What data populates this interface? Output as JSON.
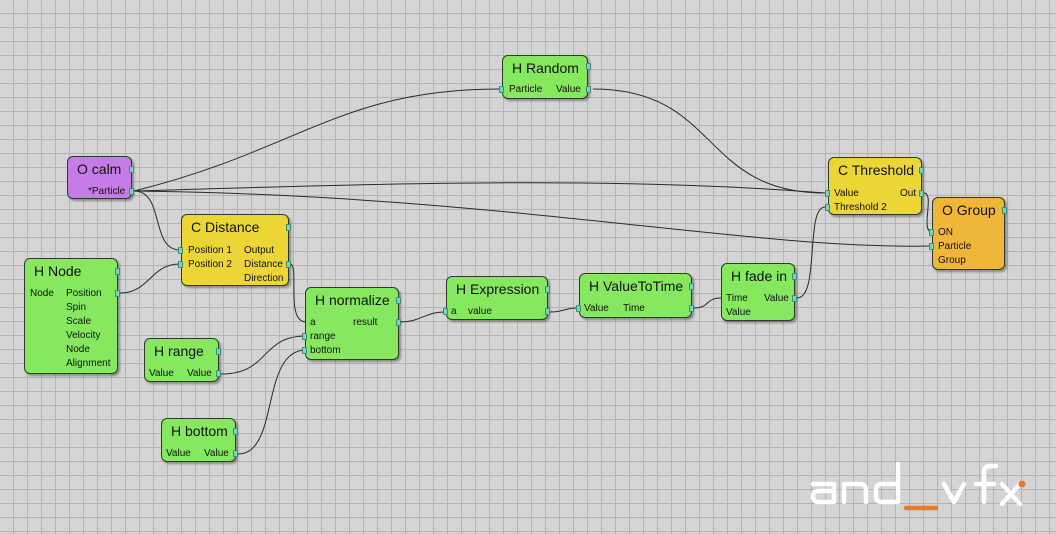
{
  "colors": {
    "green": "#86e85e",
    "yellow": "#ecd636",
    "orange": "#f0b63a",
    "purple": "#c67ce6",
    "port": "#74d8c0",
    "wire": "#2a2a2a"
  },
  "nodes": {
    "random": {
      "title": "H Random",
      "in": [
        "Particle"
      ],
      "out": [
        "Value"
      ]
    },
    "calm": {
      "title": "O calm",
      "out": [
        "*Particle"
      ]
    },
    "distance": {
      "title": "C Distance",
      "in": [
        "Position 1",
        "Position 2"
      ],
      "out": [
        "Output",
        "Distance",
        "Direction"
      ]
    },
    "hnode": {
      "title": "H Node",
      "left": [
        "Node"
      ],
      "out": [
        "Position",
        "Spin",
        "Scale",
        "Velocity",
        "Node",
        "Alignment"
      ]
    },
    "range": {
      "title": "H range",
      "left": [
        "Value"
      ],
      "out": [
        "Value"
      ]
    },
    "bottom": {
      "title": "H bottom",
      "left": [
        "Value"
      ],
      "out": [
        "Value"
      ]
    },
    "normalize": {
      "title": "H normalize",
      "in": [
        "a",
        "range",
        "bottom"
      ],
      "out": [
        "result"
      ]
    },
    "expression": {
      "title": "H Expression",
      "in": [
        "a"
      ],
      "out": [
        "value"
      ]
    },
    "valuetotime": {
      "title": "H ValueToTime",
      "in": [
        "Value"
      ],
      "out": [
        "Time"
      ]
    },
    "fadein": {
      "title": "H fade in",
      "in": [
        "Time",
        "Value"
      ],
      "out": [
        "Value"
      ]
    },
    "threshold": {
      "title": "C Threshold",
      "in": [
        "Value",
        "Threshold 2"
      ],
      "out": [
        "Out"
      ]
    },
    "group": {
      "title": "O Group",
      "in": [
        "ON",
        "Particle",
        "Group"
      ]
    }
  },
  "logo": {
    "text": "and_vfx",
    "accent": "#e87a2a"
  }
}
